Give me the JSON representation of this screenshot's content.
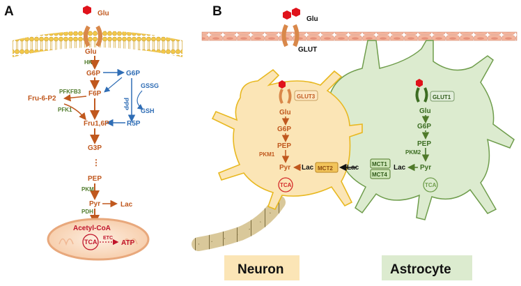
{
  "panel_a": {
    "letter": "A",
    "glu_out": "Glu",
    "glu_in": "Glu",
    "hk": "HK",
    "g6p": "G6P",
    "g6p_ppp": "G6P",
    "ppp": "PPP",
    "gssg": "GSSG",
    "gsh": "GSH",
    "r5p": "R5P",
    "f6p": "F6P",
    "pfkfb3": "PFKFB3",
    "fru6p2": "Fru-6-P2",
    "pfk1": "PFK1",
    "fru16p": "Fru1,6P",
    "g3p": "G3P",
    "dots": "⋮",
    "pep": "PEP",
    "pkm": "PKM",
    "pyr": "Pyr",
    "lac": "Lac",
    "pdh": "PDH",
    "acetyl": "Acetyl-CoA",
    "tca": "TCA",
    "etc": "ETC",
    "atp": "ATP"
  },
  "panel_b": {
    "letter": "B",
    "glu_out": "Glu",
    "glut": "GLUT",
    "neuron": {
      "glut3": "GLUT3",
      "glu": "Glu",
      "g6p": "G6P",
      "pep": "PEP",
      "pkm1": "PKM1",
      "pyr": "Pyr",
      "lac": "Lac",
      "mct2": "MCT2",
      "tca": "TCA",
      "label": "Neuron"
    },
    "astrocyte": {
      "glut1": "GLUT1",
      "glu": "Glu",
      "g6p": "G6P",
      "pep": "PEP",
      "pkm2": "PKM2",
      "pyr": "Pyr",
      "lac": "Lac",
      "lac_mid": "Lac",
      "mct1": "MCT1",
      "mct4": "MCT4",
      "tca": "TCA",
      "label": "Astrocyte"
    }
  },
  "colors": {
    "orange": "#c0581e",
    "green": "#4f7a2a",
    "blue": "#2f6db5",
    "red": "#d01010",
    "neuron_fill": "#fbe5b6",
    "astro_fill": "#dcebcf"
  }
}
